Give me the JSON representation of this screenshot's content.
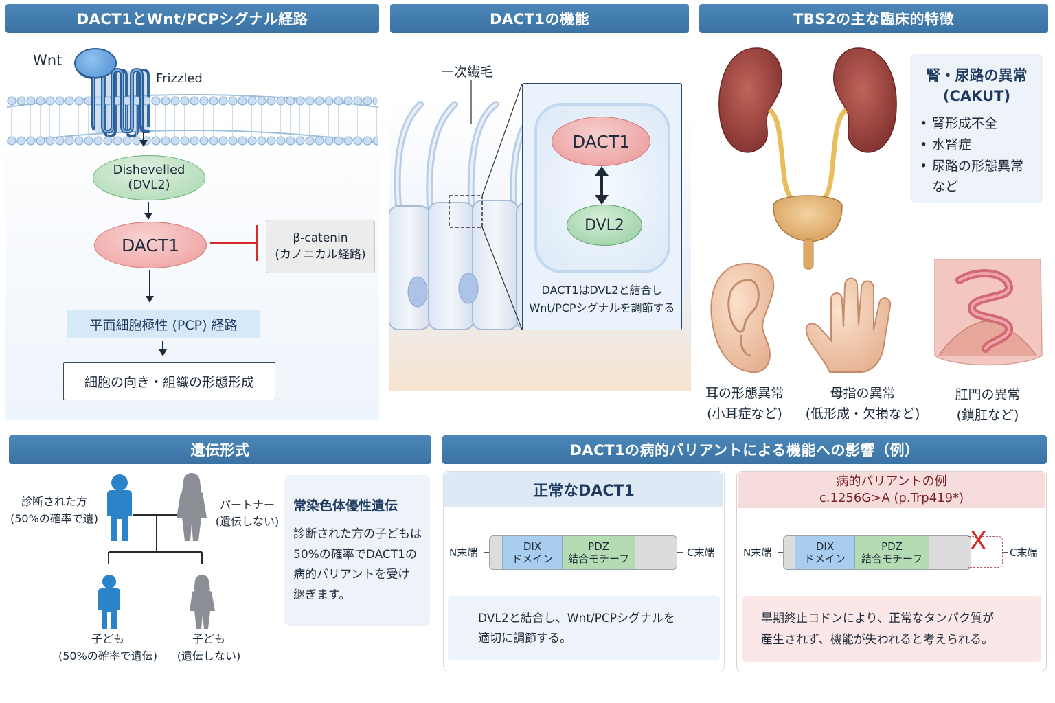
{
  "headers": {
    "pathway": "DACT1とWnt/PCPシグナル経路",
    "function": "DACT1の機能",
    "clinical": "TBS2の主な臨床的特徴",
    "inheritance": "遺伝形式",
    "variant": "DACT1の病的バリアントによる機能への影響（例）"
  },
  "pathway": {
    "wnt": "Wnt",
    "frizzled": "Frizzled",
    "dishevelled_line1": "Dishevelled",
    "dishevelled_line2": "(DVL2)",
    "dact1": "DACT1",
    "beta_line1": "β-catenin",
    "beta_line2": "(カノニカル経路)",
    "pcp": "平面細胞極性 (PCP) 経路",
    "morph": "細胞の向き・組織の形態形成"
  },
  "function": {
    "cilium_label": "一次繊毛",
    "dact1": "DACT1",
    "dvl2": "DVL2",
    "caption_line1": "DACT1はDVL2と結合し",
    "caption_line2": "Wnt/PCPシグナルを調節する"
  },
  "clinical": {
    "kidney_title1": "腎・尿路の異常",
    "kidney_title2": "(CAKUT)",
    "kidney_items": [
      "腎形成不全",
      "水腎症",
      "尿路の形態異常"
    ],
    "kidney_items_tail": "など",
    "ear_line1": "耳の形態異常",
    "ear_line2": "(小耳症など)",
    "thumb_line1": "母指の異常",
    "thumb_line2": "(低形成・欠損など)",
    "anus_line1": "肛門の異常",
    "anus_line2": "(鎖肛など)"
  },
  "inheritance": {
    "affected_line1": "診断された方",
    "affected_line2": "(50%の確率で遺)",
    "partner_line1": "パートナー",
    "partner_line2": "(遺伝しない)",
    "child1_line1": "子ども",
    "child1_line2": "(50%の確率で遺伝)",
    "child2_line1": "子ども",
    "child2_line2": "(遺伝しない)",
    "mode_title": "常染色体優性遺伝",
    "mode_text": [
      "診断された方の子どもは",
      "50%の確率でDACT1の",
      "病的バリアントを受け",
      "継ぎます。"
    ]
  },
  "variant": {
    "normal_title": "正常なDACT1",
    "n_term": "N末端",
    "c_term": "C末端",
    "dix_line1": "DIX",
    "dix_line2": "ドメイン",
    "pdz_line1": "PDZ",
    "pdz_line2": "結合モチーフ",
    "normal_text": [
      "DVL2と結合し、Wnt/PCPシグナルを",
      "適切に調節する。"
    ],
    "path_title1": "病的バリアントの例",
    "path_title2": "c.1256G>A (p.Trp419*)",
    "stop_mark": "X",
    "path_text": [
      "早期終止コドンにより、正常なタンパク質が",
      "産生されず、機能が失われると考えられる。"
    ]
  }
}
